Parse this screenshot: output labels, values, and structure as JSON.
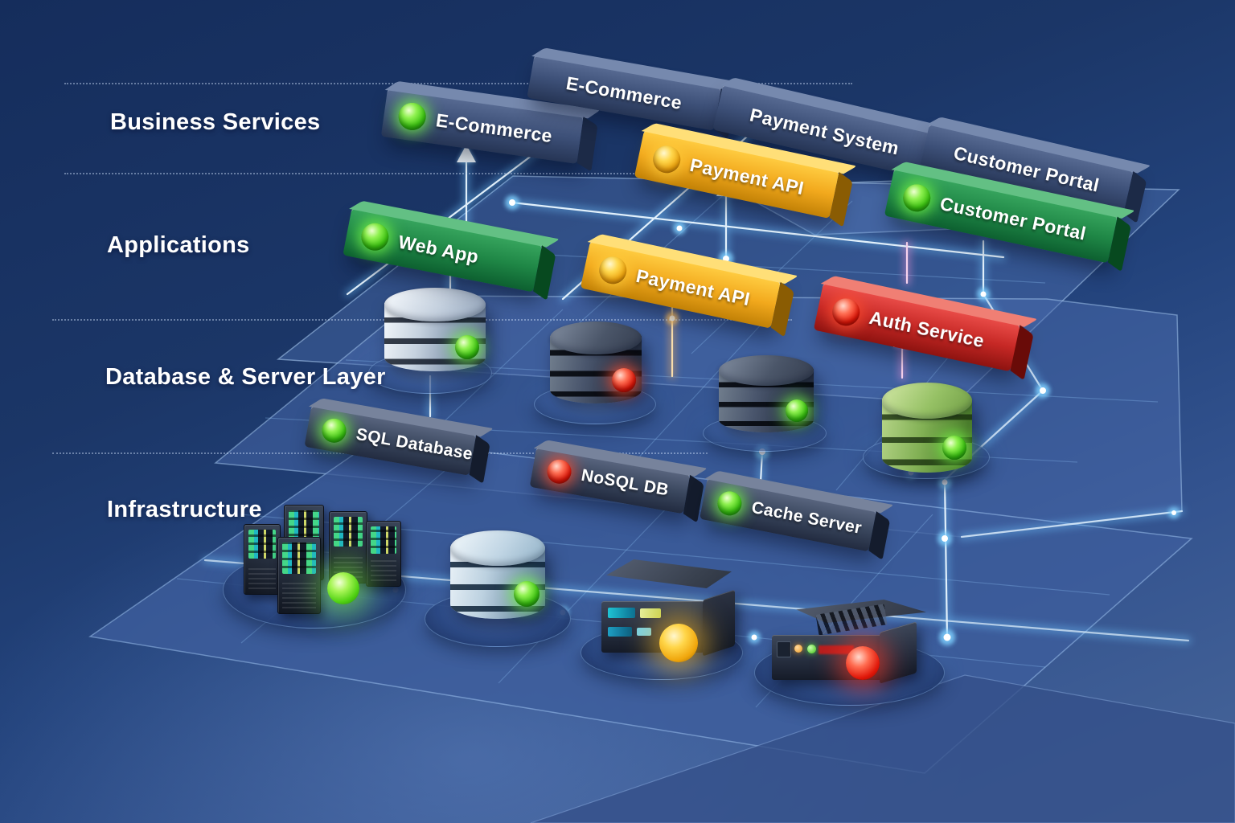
{
  "layers": [
    {
      "label": "Business Services"
    },
    {
      "label": "Applications"
    },
    {
      "label": "Database & Server Layer"
    },
    {
      "label": "Infrastructure"
    }
  ],
  "nodes": {
    "business": [
      {
        "label": "E-Commerce",
        "status": "green"
      },
      {
        "label": "E-Commerce",
        "status": null
      },
      {
        "label": "Payment System",
        "status": null
      },
      {
        "label": "Customer Portal",
        "status": null
      },
      {
        "label": "Payment API",
        "status": "yellow"
      }
    ],
    "applications": [
      {
        "label": "Web App",
        "status": "green"
      },
      {
        "label": "Payment API",
        "status": "yellow"
      },
      {
        "label": "Customer Portal",
        "status": "green"
      },
      {
        "label": "Auth Service",
        "status": "red"
      }
    ],
    "data_layer": [
      {
        "label": "SQL Database",
        "status": "green"
      },
      {
        "label": "NoSQL DB",
        "status": "red"
      },
      {
        "label": "Cache Server",
        "status": "green"
      }
    ]
  },
  "devices": {
    "database_cylinders": [
      {
        "id": "silver-db",
        "status": "green"
      },
      {
        "id": "dark-db-1",
        "status": "red"
      },
      {
        "id": "dark-db-2",
        "status": "green"
      },
      {
        "id": "green-db",
        "status": "green"
      }
    ],
    "infrastructure": [
      {
        "id": "server-rack-cluster",
        "status": "green"
      },
      {
        "id": "infra-database",
        "status": "green"
      },
      {
        "id": "rack-appliance-1",
        "status": "yellow"
      },
      {
        "id": "rack-appliance-2",
        "status": "red"
      }
    ]
  },
  "status_colors": {
    "green": "#49d420",
    "yellow": "#ffc23d",
    "red": "#ff3024"
  },
  "accent_colors": {
    "glow_line": "#9fdcff",
    "plane": "#3f5f9b",
    "navy_bar": "#3d5078"
  }
}
